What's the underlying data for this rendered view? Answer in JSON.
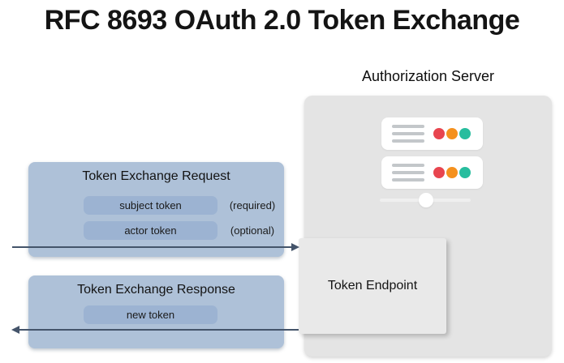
{
  "title": "RFC 8693 OAuth 2.0 Token Exchange",
  "authorization_server": {
    "label": "Authorization Server",
    "token_endpoint_label": "Token Endpoint",
    "server_icon": {
      "line_color": "#c3c7ca",
      "dot_colors": {
        "red": "#e8454f",
        "orange": "#f5911e",
        "teal": "#27bd9e"
      }
    }
  },
  "request_box": {
    "title": "Token Exchange Request",
    "tokens": [
      {
        "label": "subject token",
        "qualifier": "(required)"
      },
      {
        "label": "actor token",
        "qualifier": "(optional)"
      }
    ]
  },
  "response_box": {
    "title": "Token Exchange Response",
    "tokens": [
      {
        "label": "new token"
      }
    ]
  },
  "colors": {
    "message_box_fill": "#aec1d8",
    "token_pill_fill": "#9cb3d2",
    "server_box_fill": "#e4e4e4",
    "endpoint_box_fill": "#e9e9e9",
    "arrow": "#44546a",
    "text": "#141414"
  }
}
